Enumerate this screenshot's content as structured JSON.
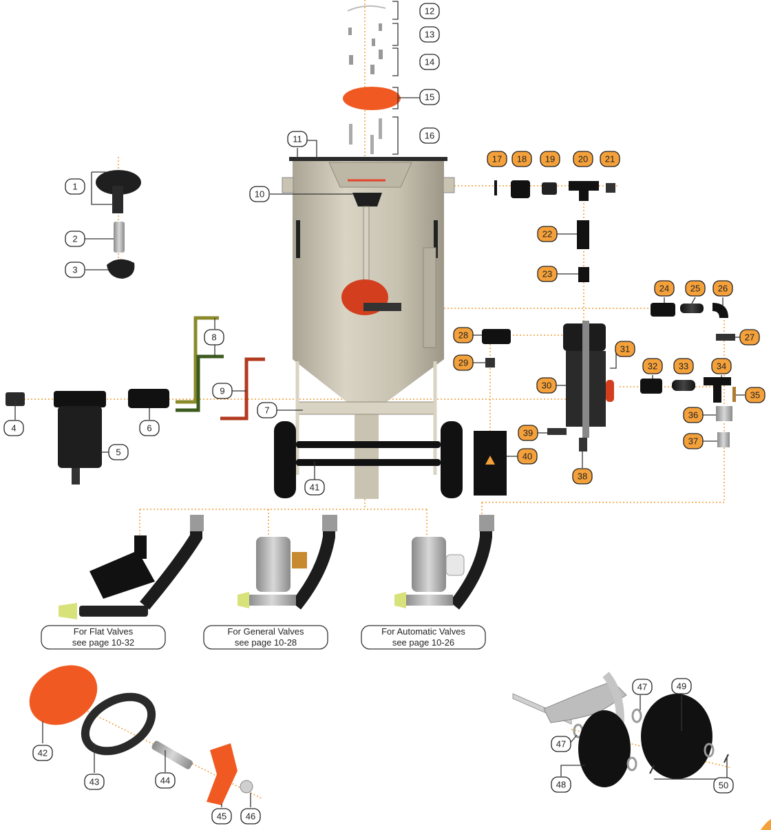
{
  "labels": [
    {
      "id": "1",
      "kind": "white"
    },
    {
      "id": "2",
      "kind": "white"
    },
    {
      "id": "3",
      "kind": "white"
    },
    {
      "id": "4",
      "kind": "white"
    },
    {
      "id": "5",
      "kind": "white"
    },
    {
      "id": "6",
      "kind": "white"
    },
    {
      "id": "7",
      "kind": "white"
    },
    {
      "id": "8",
      "kind": "white"
    },
    {
      "id": "9",
      "kind": "white"
    },
    {
      "id": "10",
      "kind": "white"
    },
    {
      "id": "11",
      "kind": "white"
    },
    {
      "id": "12",
      "kind": "white"
    },
    {
      "id": "13",
      "kind": "white"
    },
    {
      "id": "14",
      "kind": "white"
    },
    {
      "id": "15",
      "kind": "white"
    },
    {
      "id": "16",
      "kind": "white"
    },
    {
      "id": "17",
      "kind": "orange"
    },
    {
      "id": "18",
      "kind": "orange"
    },
    {
      "id": "19",
      "kind": "orange"
    },
    {
      "id": "20",
      "kind": "orange"
    },
    {
      "id": "21",
      "kind": "orange"
    },
    {
      "id": "22",
      "kind": "orange"
    },
    {
      "id": "23",
      "kind": "orange"
    },
    {
      "id": "24",
      "kind": "orange"
    },
    {
      "id": "25",
      "kind": "orange"
    },
    {
      "id": "26",
      "kind": "orange"
    },
    {
      "id": "27",
      "kind": "orange"
    },
    {
      "id": "28",
      "kind": "orange"
    },
    {
      "id": "29",
      "kind": "orange"
    },
    {
      "id": "30",
      "kind": "orange"
    },
    {
      "id": "31",
      "kind": "orange"
    },
    {
      "id": "32",
      "kind": "orange"
    },
    {
      "id": "33",
      "kind": "orange"
    },
    {
      "id": "34",
      "kind": "orange"
    },
    {
      "id": "35",
      "kind": "orange"
    },
    {
      "id": "36",
      "kind": "orange"
    },
    {
      "id": "37",
      "kind": "orange"
    },
    {
      "id": "38",
      "kind": "orange"
    },
    {
      "id": "39",
      "kind": "orange"
    },
    {
      "id": "40",
      "kind": "orange"
    },
    {
      "id": "41",
      "kind": "white"
    },
    {
      "id": "42",
      "kind": "white"
    },
    {
      "id": "43",
      "kind": "white"
    },
    {
      "id": "44",
      "kind": "white"
    },
    {
      "id": "45",
      "kind": "white"
    },
    {
      "id": "46",
      "kind": "white"
    },
    {
      "id": "47",
      "kind": "white"
    },
    {
      "id": "47",
      "kind": "white"
    },
    {
      "id": "48",
      "kind": "white"
    },
    {
      "id": "49",
      "kind": "white"
    },
    {
      "id": "50",
      "kind": "white"
    }
  ],
  "notes": [
    {
      "line1": "For Flat Valves",
      "line2": "see page 10-32"
    },
    {
      "line1": "For General Valves",
      "line2": "see page 10-28"
    },
    {
      "line1": "For Automatic Valves",
      "line2": "see page 10-26"
    }
  ],
  "colors": {
    "orange_badge": "#f4a13b",
    "white_badge": "#ffffff",
    "guide_line": "#f29a2e",
    "tank": "#c9c3b2",
    "part_orange": "#f05a22",
    "part_black": "#1c1c1c",
    "hose": "#222222"
  }
}
